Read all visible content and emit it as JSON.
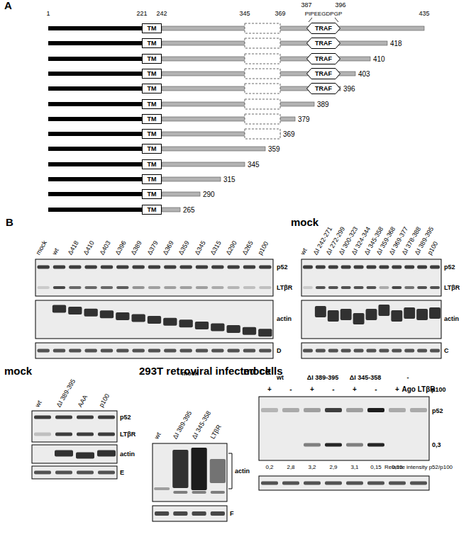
{
  "diagram": {
    "nodes": [
      {
        "text": [
          "TM"
        ]
      },
      {
        "text": [
          "TRAF"
        ]
      },
      {
        "text": [
          "TM"
        ]
      },
      {
        "text": [
          "TRAF"
        ]
      },
      {
        "text": [
          "TM"
        ]
      },
      {
        "text": [
          "TRAF"
        ]
      },
      {
        "text": [
          "TM"
        ]
      },
      {
        "text": [
          "TRAF"
        ]
      },
      {
        "text": [
          "TM"
        ]
      },
      {
        "text": [
          "TRAF"
        ]
      },
      {
        "text": [
          "TM"
        ]
      },
      {
        "text": [
          "TM"
        ]
      },
      {
        "text": [
          "TM"
        ]
      },
      {
        "text": [
          "TM"
        ]
      },
      {
        "text": [
          "TM"
        ]
      },
      {
        "text": [
          "TM"
        ]
      },
      {
        "text": [
          "TM"
        ]
      },
      {
        "text": [
          "TM"
        ]
      }
    ],
    "labels": [
      "A",
      "1",
      "221",
      "242",
      "345",
      "369",
      "387",
      "396",
      "PIPEEGDPGP",
      "435",
      "418",
      "410",
      "403",
      "396",
      "389",
      "379",
      "369",
      "359",
      "345",
      "315",
      "290",
      "265",
      "B",
      "mock",
      "wt",
      "Δ418",
      "Δ410",
      "Δ403",
      "Δ396",
      "Δ389",
      "Δ379",
      "Δ369",
      "Δ359",
      "Δ345",
      "Δ315",
      "Δ290",
      "Δ265",
      "p100",
      "p52",
      "LTβR",
      "actin",
      "D",
      "mock",
      "wt",
      "ΔI 242-271",
      "ΔI 272-299",
      "ΔI 300-323",
      "ΔI 324-344",
      "ΔI 345-358",
      "ΔI 359-368",
      "ΔI 369-377",
      "ΔI 378-388",
      "ΔI 389-395",
      "p100",
      "p52",
      "LTβR",
      "actin",
      "C",
      "mock",
      "wt",
      "ΔI 389-395",
      "AAA",
      "p100",
      "p52",
      "LTβR",
      "actin",
      "E",
      "293T retroviral infected cells",
      "mock",
      "wt",
      "ΔI 389-395",
      "ΔI 345-358",
      "LTβR",
      "actin",
      "F",
      "mock",
      "wt",
      "ΔI 389-395",
      "ΔI 345-358",
      "-",
      "+",
      "-",
      "+",
      "-",
      "+",
      "-",
      "+",
      "Ago LTβR",
      "p100",
      "p52",
      "0,3",
      "0,2",
      "2,8",
      "3,2",
      "2,9",
      "3,1",
      "0,15",
      "0,15",
      "Relative intensity p52/p100"
    ]
  }
}
